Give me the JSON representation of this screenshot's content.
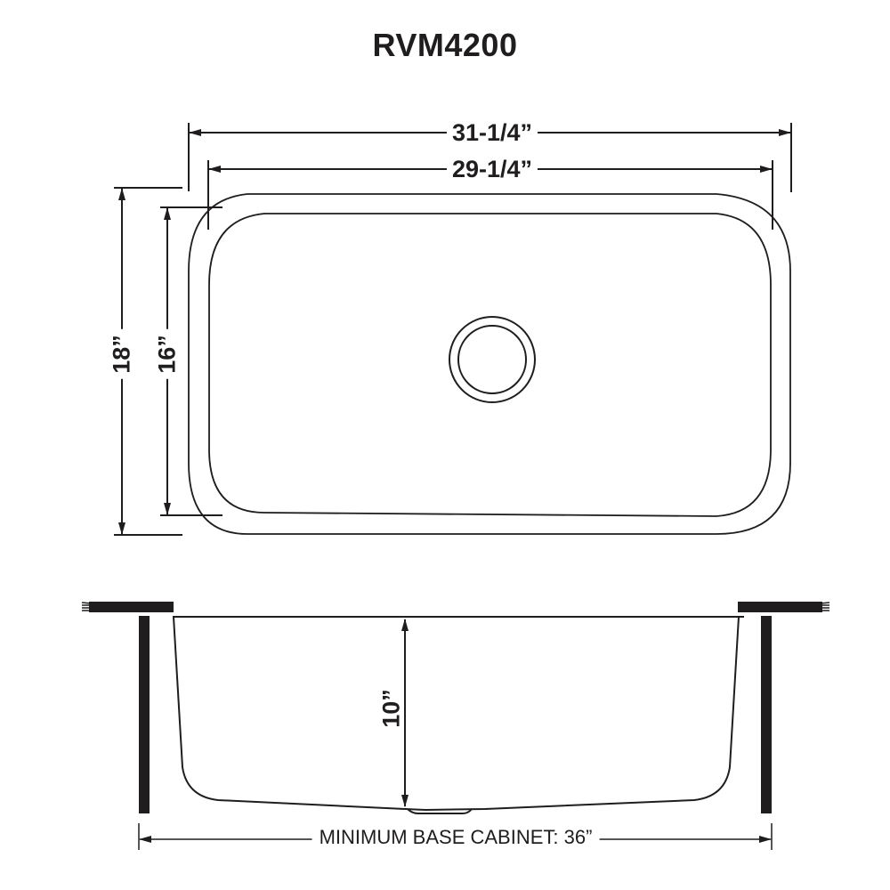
{
  "title": "RVM4200",
  "top_view": {
    "overall_width": "31-1/4”",
    "bowl_width": "29-1/4”",
    "overall_depth": "18”",
    "bowl_depth": "16”",
    "drain": "drain-circle"
  },
  "side_view": {
    "bowl_height": "10”",
    "cabinet_label": "MINIMUM BASE CABINET: 36”"
  },
  "colors": {
    "ink": "#1f1d1e",
    "background": "#ffffff"
  }
}
